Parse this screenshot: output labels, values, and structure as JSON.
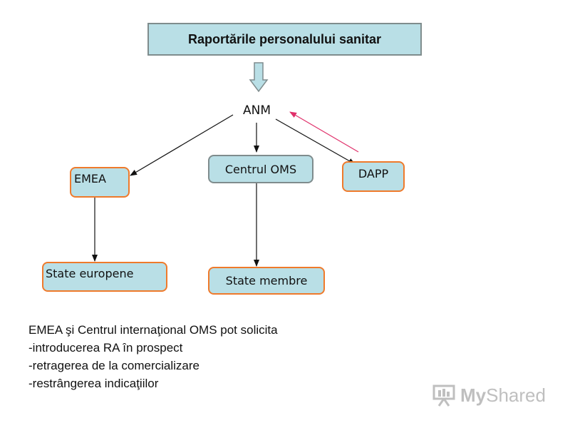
{
  "diagram": {
    "title": "Raportările personalului sanitar",
    "nodes": {
      "anm": "ANM",
      "emea": "EMEA",
      "centrul_oms": "Centrul OMS",
      "dapp": "DAPP",
      "state_europene": "State europene",
      "state_membre": "State membre"
    },
    "edges": [
      {
        "from": "Raportările personalului sanitar",
        "to": "ANM",
        "style": "block-arrow"
      },
      {
        "from": "ANM",
        "to": "EMEA"
      },
      {
        "from": "ANM",
        "to": "Centrul OMS"
      },
      {
        "from": "ANM",
        "to": "DAPP"
      },
      {
        "from": "DAPP",
        "to": "ANM",
        "color": "#e0306a"
      },
      {
        "from": "EMEA",
        "to": "State europene"
      },
      {
        "from": "Centrul OMS",
        "to": "State membre"
      }
    ]
  },
  "notes": [
    "EMEA şi Centrul internaţional OMS pot solicita",
    "-introducerea RA în prospect",
    "-retragerea de la comercializare",
    "-restrângerea indicaţiilor"
  ],
  "watermark": {
    "part1": "My",
    "part2": "Shared",
    "icon": "presentation-board-icon"
  },
  "colors": {
    "box_fill": "#b9dfe6",
    "box_border_orange": "#ef7a2b",
    "box_border_gray": "#7f8c8d",
    "feedback_arrow": "#e0306a"
  }
}
